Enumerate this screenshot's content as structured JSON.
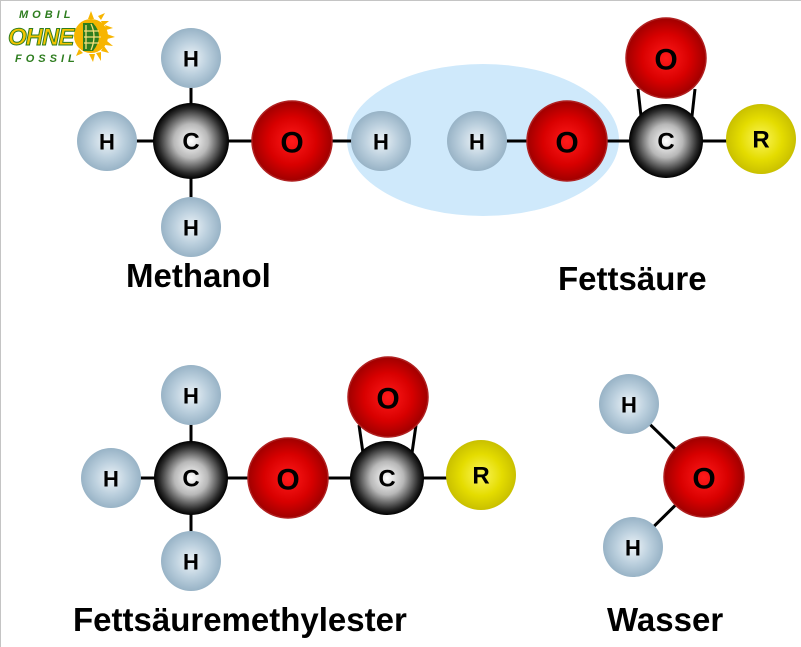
{
  "logo": {
    "top": "MOBIL",
    "middle": "OHNE",
    "bottom": "FOSSIL",
    "colors": {
      "green": "#2e7d1f",
      "yellow": "#f5c400",
      "sun": "#f7b500"
    }
  },
  "colors": {
    "hydrogen": "#a9c2d4",
    "oxygen": "#d40000",
    "carbon": "#222222",
    "r_group": "#e6e000",
    "highlight": "#cfe9fb",
    "bond": "#000000"
  },
  "molecules": {
    "methanol": {
      "label": "Methanol",
      "atoms": {
        "h_top": "H",
        "h_left": "H",
        "c": "C",
        "o": "O",
        "h_right": "H",
        "h_bottom": "H"
      }
    },
    "fatty_acid": {
      "label": "Fettsäure",
      "atoms": {
        "h": "H",
        "o": "O",
        "c": "C",
        "o_top": "O",
        "r": "R"
      }
    },
    "ester": {
      "label": "Fettsäuremethylester",
      "atoms": {
        "h_top": "H",
        "h_left": "H",
        "c1": "C",
        "o": "O",
        "c2": "C",
        "o_top": "O",
        "r": "R",
        "h_bottom": "H"
      }
    },
    "water": {
      "label": "Wasser",
      "atoms": {
        "h_top": "H",
        "o": "O",
        "h_bottom": "H"
      }
    }
  }
}
